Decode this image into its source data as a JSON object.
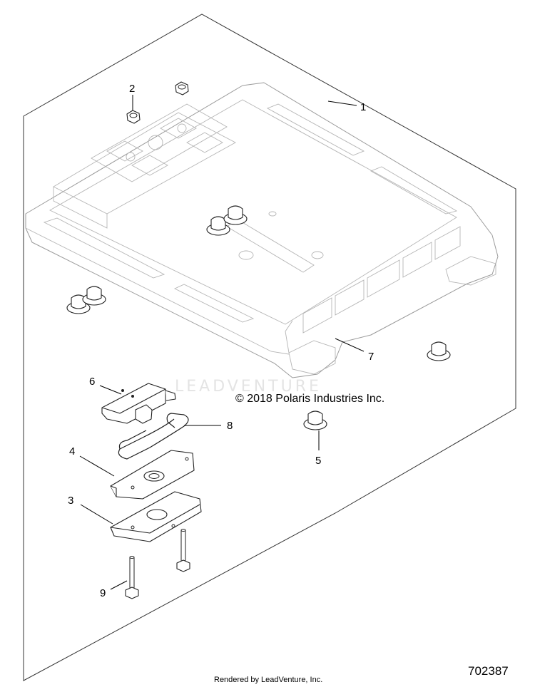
{
  "callouts": [
    "1",
    "2",
    "3",
    "4",
    "5",
    "6",
    "7",
    "8",
    "9"
  ],
  "copyright": "© 2018 Polaris Industries Inc.",
  "watermark": "LEADVENTURE",
  "figure_number": "702387",
  "rendered_by": "Rendered by LeadVenture, Inc."
}
